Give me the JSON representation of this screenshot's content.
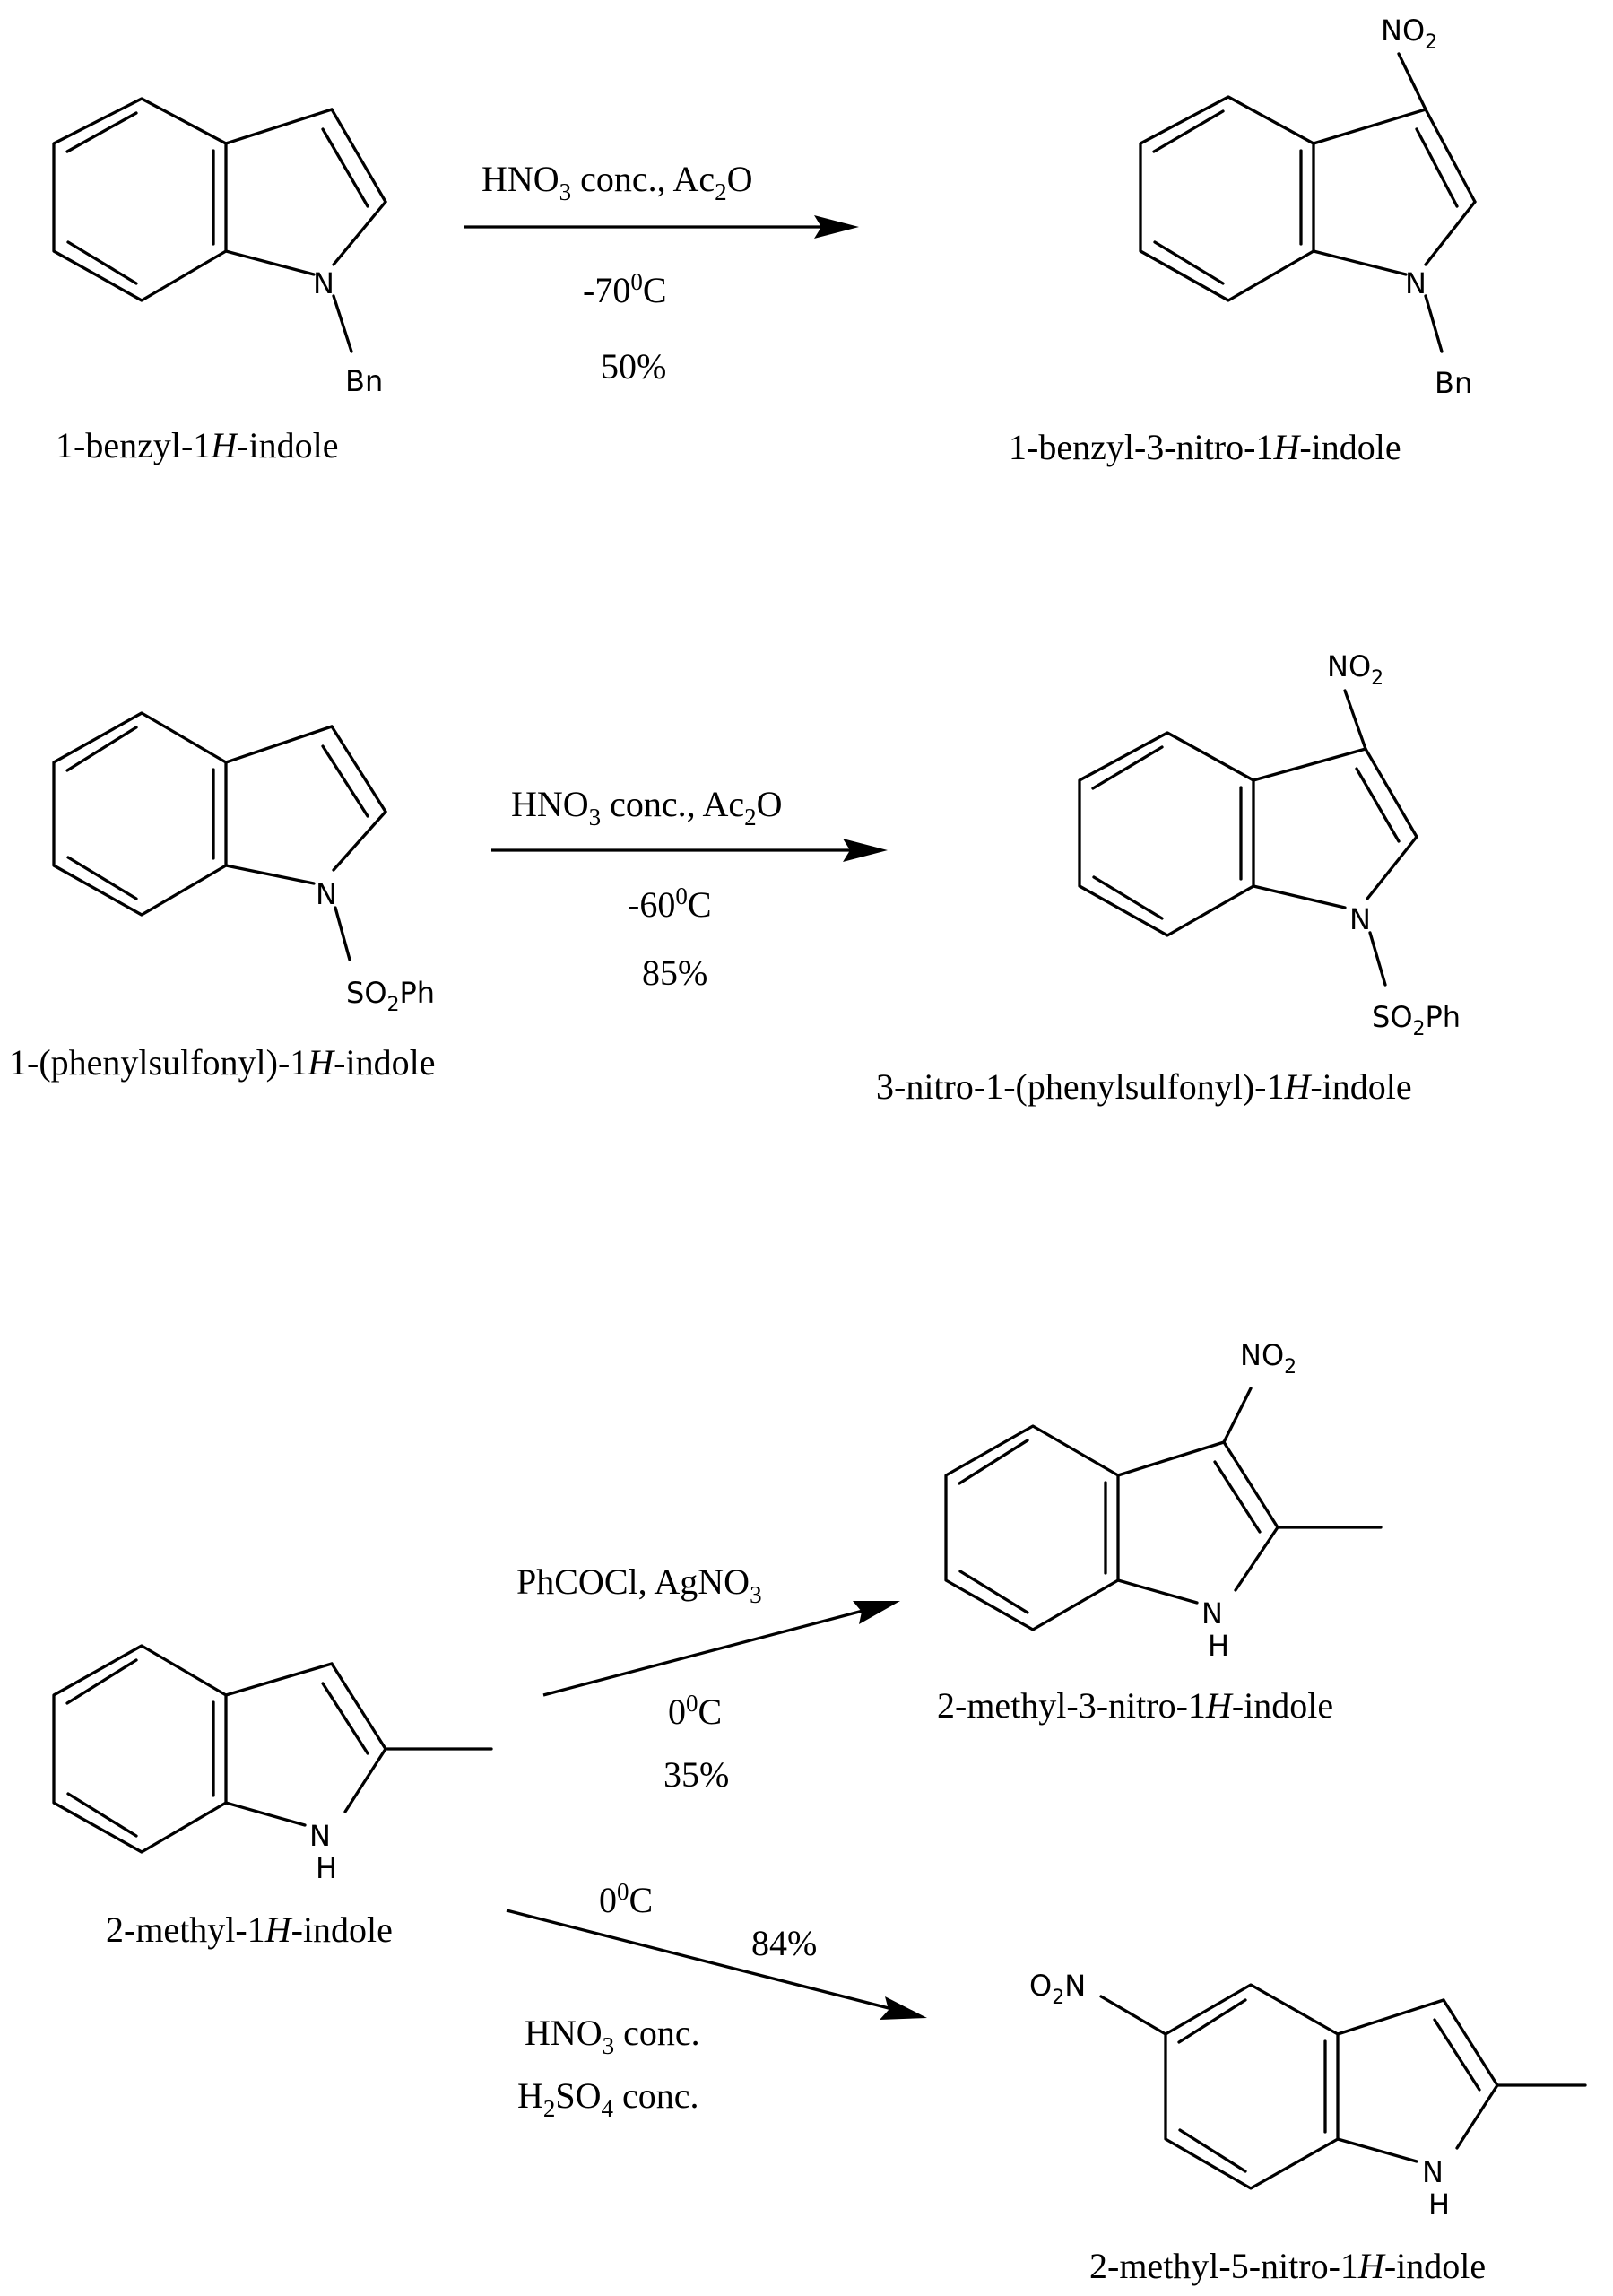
{
  "reactions": [
    {
      "reactant": {
        "name_parts": [
          "1-benzyl-1",
          "H",
          "-indole"
        ],
        "labels": {
          "n": "N",
          "substituent": "Bn"
        }
      },
      "conditions": {
        "reagent": {
          "a": "HNO",
          "a_sub": "3",
          "b": " conc., Ac",
          "b_sub": "2",
          "c": "O"
        },
        "temperature": {
          "a": "-70",
          "sup": "0",
          "b": "C"
        },
        "yield": "50%"
      },
      "product": {
        "name_parts": [
          "1-benzyl-3-nitro-1",
          "H",
          "-indole"
        ],
        "labels": {
          "n": "N",
          "substituent": "Bn",
          "nitro": "NO",
          "nitro_sub": "2"
        }
      }
    },
    {
      "reactant": {
        "name_parts": [
          "1-(phenylsulfonyl)-1",
          "H",
          "-indole"
        ],
        "labels": {
          "n": "N",
          "substituent_a": "SO",
          "substituent_sub": "2",
          "substituent_b": "Ph"
        }
      },
      "conditions": {
        "reagent": {
          "a": "HNO",
          "a_sub": "3",
          "b": " conc., Ac",
          "b_sub": "2",
          "c": "O"
        },
        "temperature": {
          "a": "-60",
          "sup": "0",
          "b": "C"
        },
        "yield": "85%"
      },
      "product": {
        "name_parts": [
          "3-nitro-1-(phenylsulfonyl)-1",
          "H",
          "-indole"
        ],
        "labels": {
          "n": "N",
          "substituent_a": "SO",
          "substituent_sub": "2",
          "substituent_b": "Ph",
          "nitro": "NO",
          "nitro_sub": "2"
        }
      }
    },
    {
      "reactant": {
        "name_parts": [
          "2-methyl-1",
          "H",
          "-indole"
        ],
        "labels": {
          "n": "N",
          "h": "H"
        }
      },
      "branches": [
        {
          "conditions": {
            "reagent": {
              "a": "PhCOCl, AgNO",
              "a_sub": "3"
            },
            "temperature": {
              "a": "0",
              "sup": "0",
              "b": "C"
            },
            "yield": "35%"
          },
          "product": {
            "name_parts": [
              "2-methyl-3-nitro-1",
              "H",
              "-indole"
            ],
            "labels": {
              "n": "N",
              "h": "H",
              "nitro": "NO",
              "nitro_sub": "2"
            }
          }
        },
        {
          "conditions": {
            "temperature": {
              "a": "0",
              "sup": "0",
              "b": "C"
            },
            "yield": "84%",
            "reagent_1": {
              "a": "HNO",
              "a_sub": "3",
              "b": " conc."
            },
            "reagent_2": {
              "a": "H",
              "a_sub": "2",
              "b": "SO",
              "b_sub": "4",
              "c": " conc."
            }
          },
          "product": {
            "name_parts": [
              "2-methyl-5-nitro-1",
              "H",
              "-indole"
            ],
            "labels": {
              "n": "N",
              "h": "H",
              "nitro_a": "O",
              "nitro_sub": "2",
              "nitro_b": "N"
            }
          }
        }
      ]
    }
  ]
}
